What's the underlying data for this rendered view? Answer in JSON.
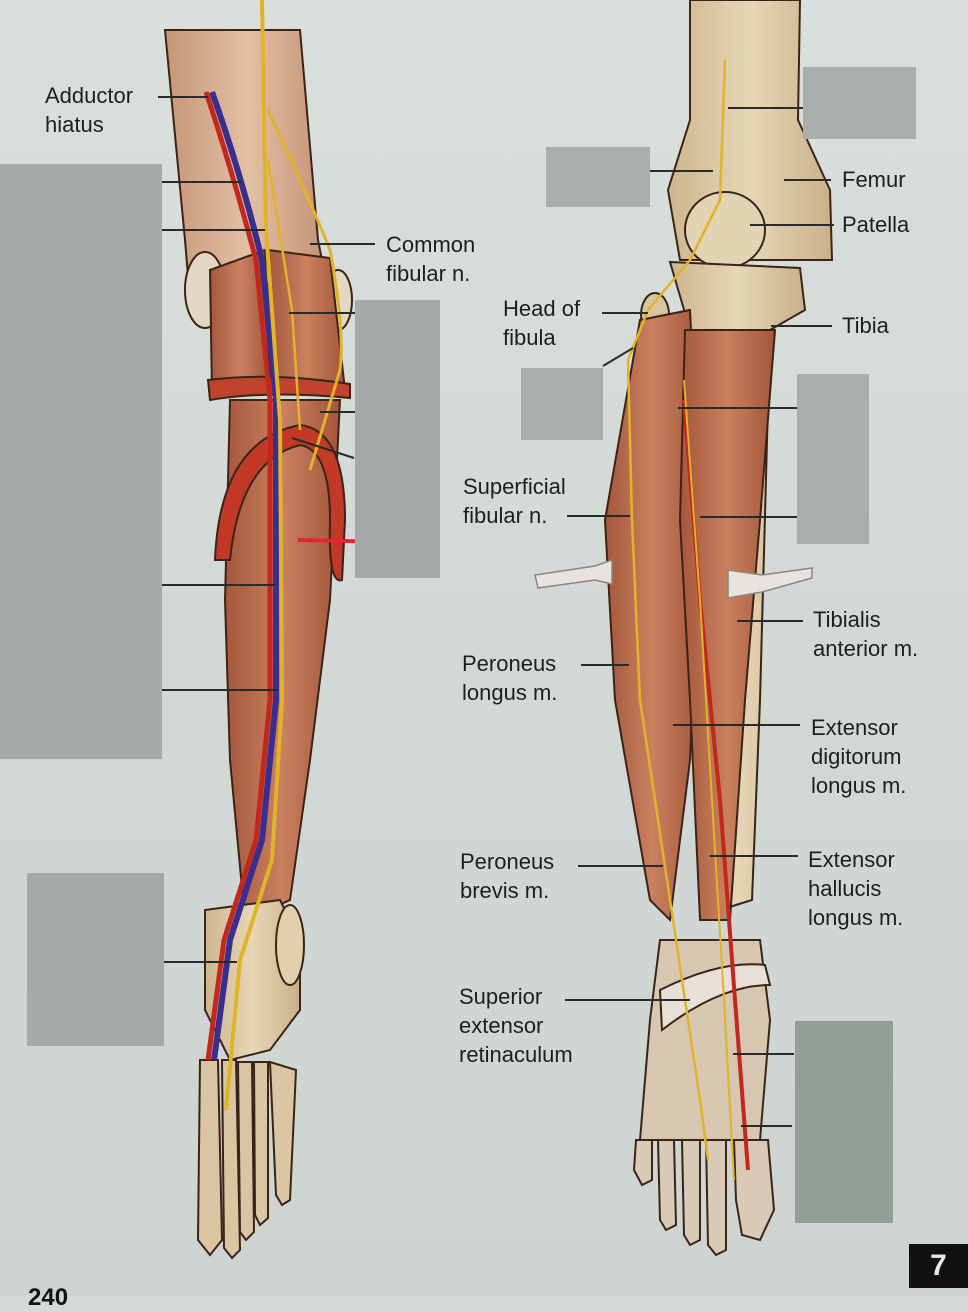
{
  "figure": {
    "description": "Anterior leg: posterior knee / anterior leg dissection with labels (some masked)",
    "left_view": {
      "labels": [
        {
          "id": "adductor-hiatus",
          "text": "Adductor\nhiatus"
        },
        {
          "id": "common-fibular-n",
          "text": "Common\nfibular n."
        }
      ],
      "masked_labels_count": 7
    },
    "right_view": {
      "labels": [
        {
          "id": "femur",
          "text": "Femur"
        },
        {
          "id": "patella",
          "text": "Patella"
        },
        {
          "id": "head-of-fibula",
          "text": "Head of\nfibula"
        },
        {
          "id": "tibia",
          "text": "Tibia"
        },
        {
          "id": "superficial-fibular-n",
          "text": "Superficial\nfibular n."
        },
        {
          "id": "tibialis-anterior-m",
          "text": "Tibialis\nanterior m."
        },
        {
          "id": "peroneus-longus-m",
          "text": "Peroneus\nlongus m."
        },
        {
          "id": "extensor-digitorum-longus-m",
          "text": "Extensor\ndigitorum\nlongus m."
        },
        {
          "id": "peroneus-brevis-m",
          "text": "Peroneus\nbrevis m."
        },
        {
          "id": "extensor-hallucis-longus-m",
          "text": "Extensor\nhallucis\nlongus m."
        },
        {
          "id": "superior-extensor-retinaculum",
          "text": "Superior\nextensor\nretinaculum"
        }
      ],
      "masked_labels_count": 6
    }
  },
  "page": {
    "chapter_tab": "7",
    "page_number": "240"
  },
  "colors": {
    "background": "#d4dad7",
    "muscle": "#b8684a",
    "bone": "#dcc9a4",
    "artery": "#c2281e",
    "vein": "#3a2f8e",
    "nerve": "#e0b328",
    "mask": "#a5a9a8",
    "annotation_red": "#e3262b"
  }
}
